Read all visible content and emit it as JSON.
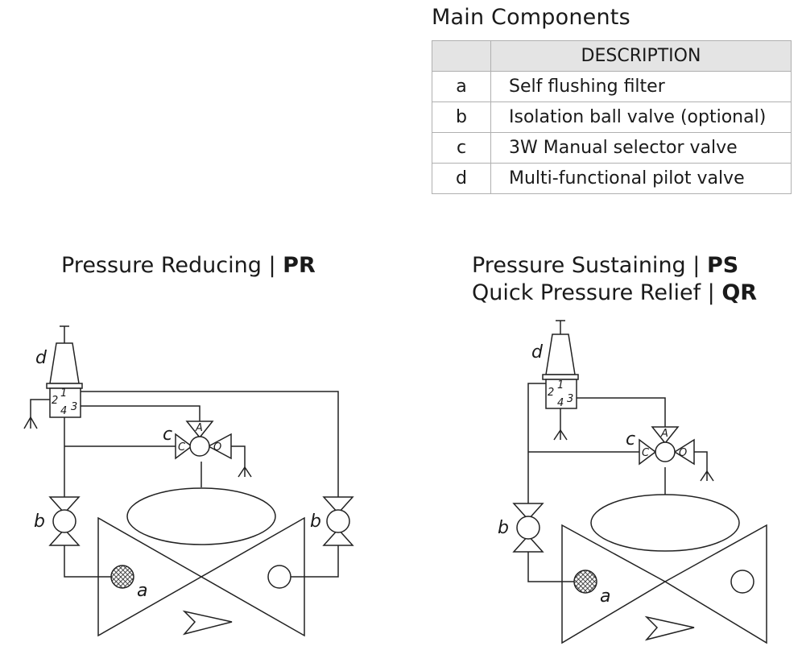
{
  "main_components": {
    "title": "Main Components",
    "header": "DESCRIPTION",
    "rows": [
      {
        "code": "a",
        "description": "Self flushing filter"
      },
      {
        "code": "b",
        "description": "Isolation ball valve (optional)"
      },
      {
        "code": "c",
        "description": "3W Manual selector valve"
      },
      {
        "code": "d",
        "description": "Multi-functional pilot valve"
      }
    ]
  },
  "diagrams": {
    "left": {
      "heading": {
        "text": "Pressure Reducing | ",
        "code": "PR"
      },
      "labels": {
        "d": "d",
        "c": "c",
        "b1": "b",
        "b2": "b",
        "a": "a",
        "p1": "1",
        "p2": "2",
        "p3": "3",
        "p4": "4",
        "sA": "A",
        "sC": "C",
        "sO": "O"
      }
    },
    "right": {
      "heading1": {
        "text": "Pressure Sustaining | ",
        "code": "PS"
      },
      "heading2": {
        "text": "Quick Pressure Relief | ",
        "code": "QR"
      },
      "labels": {
        "d": "d",
        "c": "c",
        "b": "b",
        "a": "a",
        "p1": "1",
        "p2": "2",
        "p3": "3",
        "p4": "4",
        "sA": "A",
        "sC": "C",
        "sO": "O"
      }
    }
  }
}
